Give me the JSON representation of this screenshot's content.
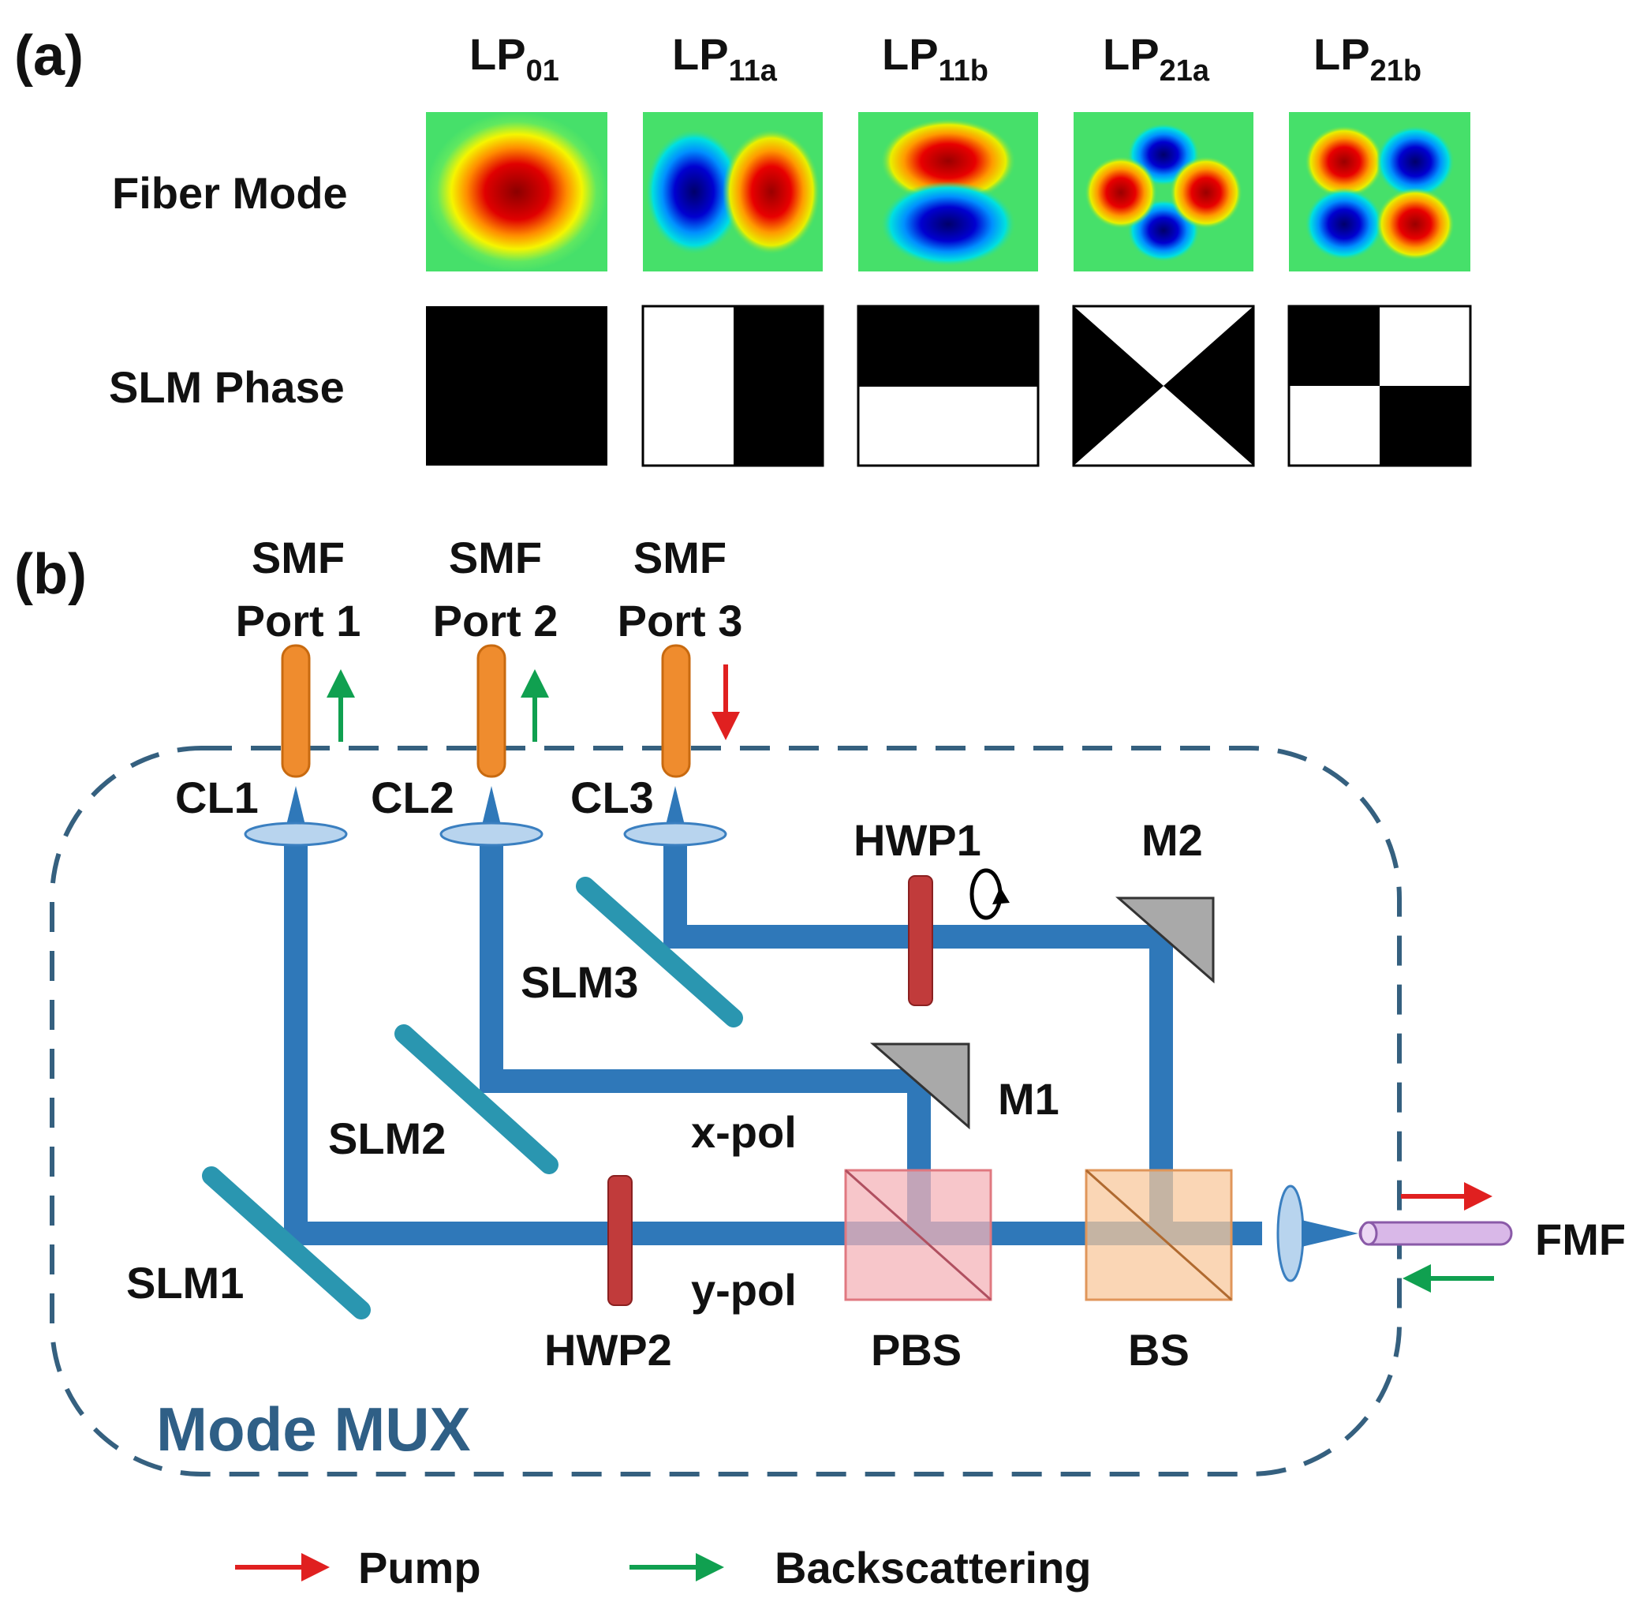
{
  "colors": {
    "beam": "#2f78b9",
    "fiber": "#ef8c2e",
    "fmf": "#d9b8e8",
    "slm": "#2a96b0",
    "hwp": "#c13b3b",
    "mirror": "#a9a9a9",
    "pbs": "#f4b3b8",
    "bs": "#f8c89c",
    "lens": "#b8d4ee",
    "dashed_box": "#35607f",
    "pump": "#e02020",
    "backscatter": "#10a050",
    "mode_red": "#d40000",
    "mode_blue": "#0000cc",
    "mode_bg": "#46e06a"
  },
  "panel_a": {
    "label": "(a)",
    "row_labels": {
      "fiber_mode": "Fiber Mode",
      "slm_phase": "SLM Phase"
    },
    "modes": [
      {
        "main": "LP",
        "sub": "01"
      },
      {
        "main": "LP",
        "sub": "11a"
      },
      {
        "main": "LP",
        "sub": "11b"
      },
      {
        "main": "LP",
        "sub": "21a"
      },
      {
        "main": "LP",
        "sub": "21b"
      }
    ]
  },
  "panel_b": {
    "label": "(b)",
    "ports": [
      {
        "line1": "SMF",
        "line2": "Port 1"
      },
      {
        "line1": "SMF",
        "line2": "Port 2"
      },
      {
        "line1": "SMF",
        "line2": "Port 3"
      }
    ],
    "components": {
      "cl1": "CL1",
      "cl2": "CL2",
      "cl3": "CL3",
      "slm1": "SLM1",
      "slm2": "SLM2",
      "slm3": "SLM3",
      "hwp1": "HWP1",
      "hwp2": "HWP2",
      "m1": "M1",
      "m2": "M2",
      "pbs": "PBS",
      "bs": "BS",
      "fmf": "FMF",
      "x_pol": "x-pol",
      "y_pol": "y-pol",
      "box_title": "Mode MUX"
    },
    "legend": {
      "pump": "Pump",
      "backscattering": "Backscattering"
    }
  }
}
